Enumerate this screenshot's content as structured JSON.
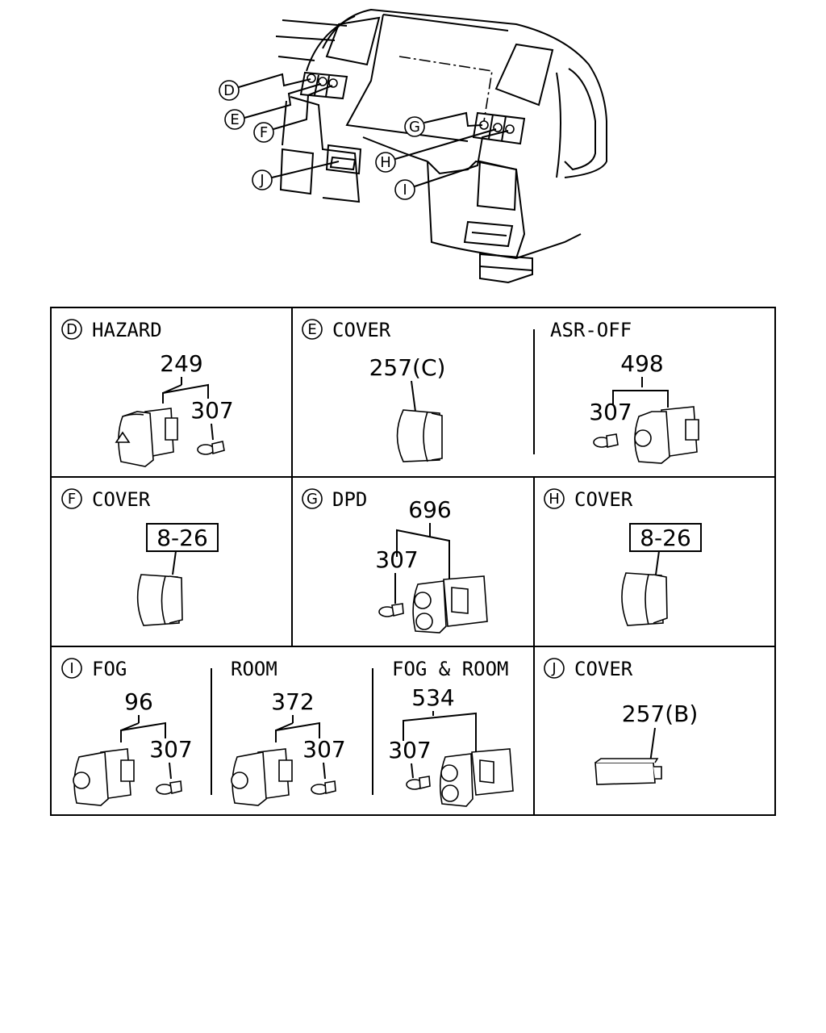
{
  "overview": {
    "callouts": [
      {
        "letter": "D"
      },
      {
        "letter": "E"
      },
      {
        "letter": "F"
      },
      {
        "letter": "G"
      },
      {
        "letter": "H"
      },
      {
        "letter": "I"
      },
      {
        "letter": "J"
      }
    ]
  },
  "panels": {
    "D": {
      "letter": "D",
      "title": "HAZARD",
      "assembly": "249",
      "bulb": "307"
    },
    "E": {
      "letter": "E",
      "title": "COVER",
      "part": "257(C)",
      "sub_title": "ASR-OFF",
      "assembly": "498",
      "bulb": "307"
    },
    "F": {
      "letter": "F",
      "title": "COVER",
      "ref": "8-26"
    },
    "G": {
      "letter": "G",
      "title": "DPD",
      "assembly": "696",
      "bulb": "307"
    },
    "H": {
      "letter": "H",
      "title": "COVER",
      "ref": "8-26"
    },
    "I": {
      "letter": "I",
      "title": "FOG",
      "assembly": "96",
      "bulb": "307",
      "room_title": "ROOM",
      "room_assembly": "372",
      "room_bulb": "307",
      "combo_title": "FOG & ROOM",
      "combo_assembly": "534",
      "combo_bulb": "307"
    },
    "J": {
      "letter": "J",
      "title": "COVER",
      "part": "257(B)"
    }
  }
}
